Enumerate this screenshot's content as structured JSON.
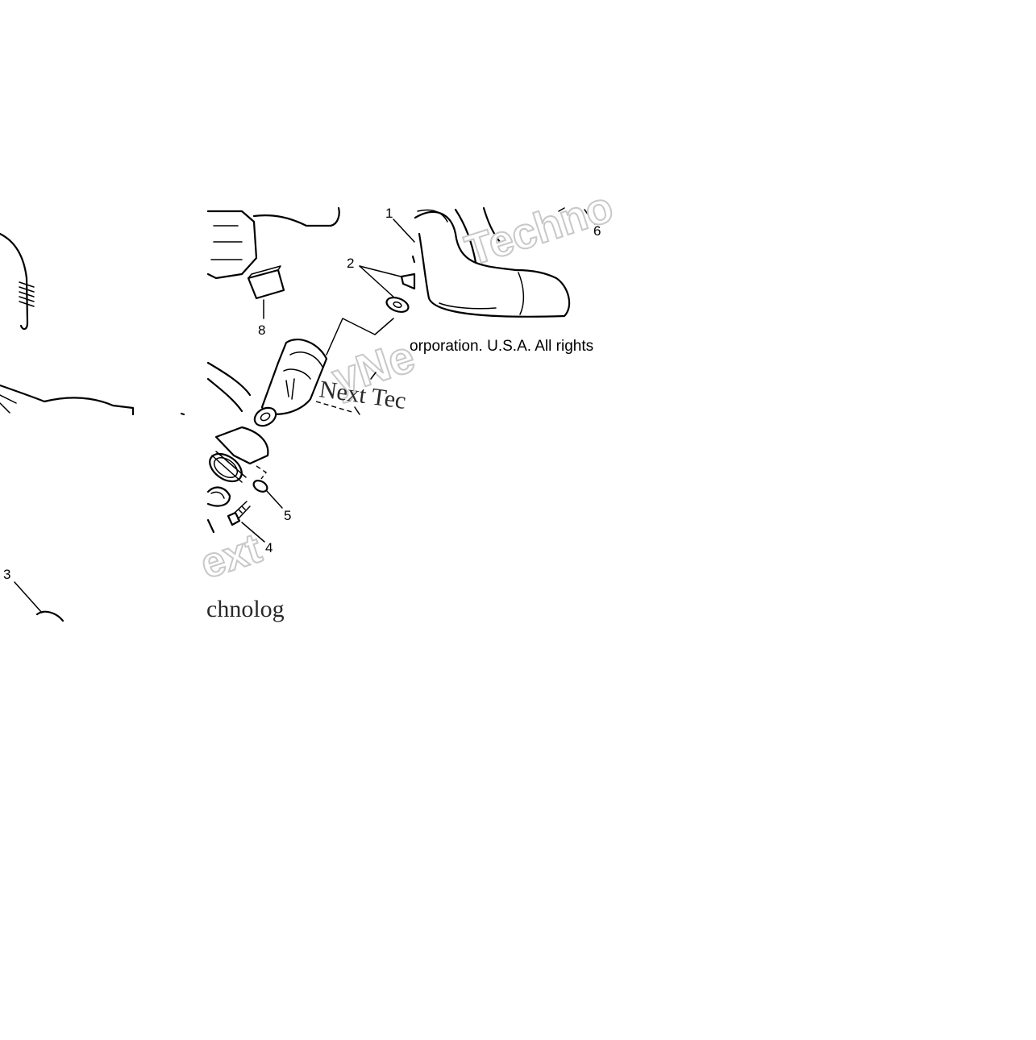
{
  "diagram": {
    "callouts": [
      {
        "id": "part-1",
        "label": "1"
      },
      {
        "id": "part-2",
        "label": "2"
      },
      {
        "id": "part-3",
        "label": "3"
      },
      {
        "id": "part-4",
        "label": "4"
      },
      {
        "id": "part-5",
        "label": "5"
      },
      {
        "id": "part-6",
        "label": "6"
      },
      {
        "id": "part-8",
        "label": "8"
      }
    ],
    "copyright_fragment": "orporation. U.S.A. All rights",
    "watermarks": {
      "techn_fragment": "Techno",
      "next_tech_fragment": "Next Tec",
      "vne_fragment": "yNe",
      "ext_fragment": "ext",
      "chnolog_fragment": "chnolog"
    }
  }
}
